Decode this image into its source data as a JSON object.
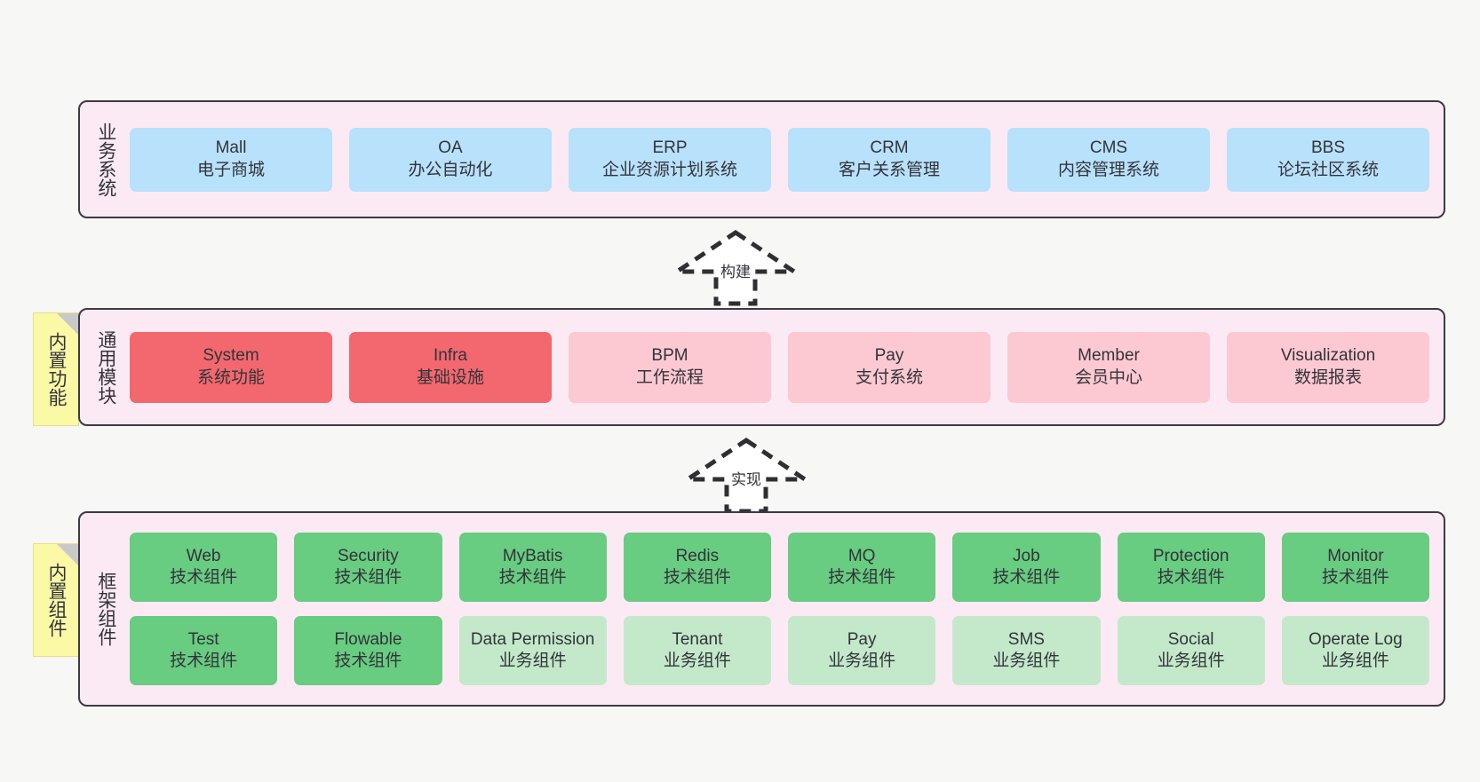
{
  "colors": {
    "background": "#f7f7f5",
    "panel_fill": "#fbeaf4",
    "panel_border": "#3c3a43",
    "business_card": "#b8e1fb",
    "module_active": "#f2686e",
    "module_inactive": "#fcc9d2",
    "tech_component": "#68cc81",
    "business_component": "#c3e9ca",
    "sticky_note": "#fbf8a6",
    "text": "#33333a"
  },
  "layers": {
    "business": {
      "title": "业务系统",
      "cards": [
        {
          "name": "Mall",
          "desc": "电子商城"
        },
        {
          "name": "OA",
          "desc": "办公自动化"
        },
        {
          "name": "ERP",
          "desc": "企业资源计划系统"
        },
        {
          "name": "CRM",
          "desc": "客户关系管理"
        },
        {
          "name": "CMS",
          "desc": "内容管理系统"
        },
        {
          "name": "BBS",
          "desc": "论坛社区系统"
        }
      ]
    },
    "common": {
      "title": "通用模块",
      "note": "内置功能",
      "cards": [
        {
          "name": "System",
          "desc": "系统功能"
        },
        {
          "name": "Infra",
          "desc": "基础设施"
        },
        {
          "name": "BPM",
          "desc": "工作流程"
        },
        {
          "name": "Pay",
          "desc": "支付系统"
        },
        {
          "name": "Member",
          "desc": "会员中心"
        },
        {
          "name": "Visualization",
          "desc": "数据报表"
        }
      ]
    },
    "framework": {
      "title": "框架组件",
      "note": "内置组件",
      "row1": [
        {
          "name": "Web",
          "desc": "技术组件"
        },
        {
          "name": "Security",
          "desc": "技术组件"
        },
        {
          "name": "MyBatis",
          "desc": "技术组件"
        },
        {
          "name": "Redis",
          "desc": "技术组件"
        },
        {
          "name": "MQ",
          "desc": "技术组件"
        },
        {
          "name": "Job",
          "desc": "技术组件"
        },
        {
          "name": "Protection",
          "desc": "技术组件"
        },
        {
          "name": "Monitor",
          "desc": "技术组件"
        }
      ],
      "row2": [
        {
          "name": "Test",
          "desc": "技术组件"
        },
        {
          "name": "Flowable",
          "desc": "技术组件"
        },
        {
          "name": "Data Permission",
          "desc": "业务组件"
        },
        {
          "name": "Tenant",
          "desc": "业务组件"
        },
        {
          "name": "Pay",
          "desc": "业务组件"
        },
        {
          "name": "SMS",
          "desc": "业务组件"
        },
        {
          "name": "Social",
          "desc": "业务组件"
        },
        {
          "name": "Operate Log",
          "desc": "业务组件"
        }
      ]
    }
  },
  "connectors": [
    {
      "label": "构建"
    },
    {
      "label": "实现"
    }
  ]
}
